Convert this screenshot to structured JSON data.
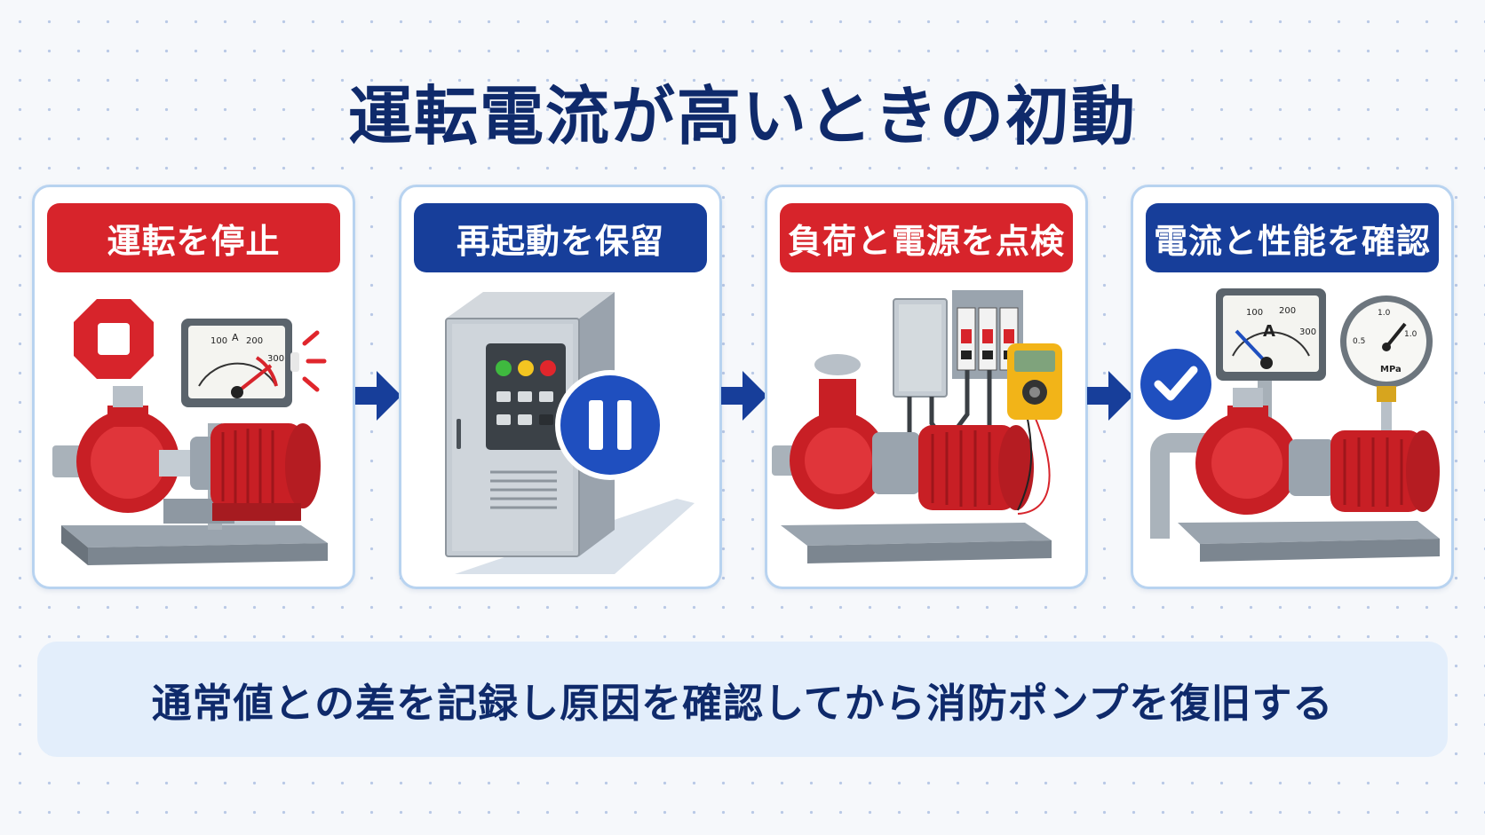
{
  "title": "運転電流が高いときの初動",
  "steps": [
    {
      "label": "運転を停止",
      "color": "#d7242b"
    },
    {
      "label": "再起動を保留",
      "color": "#173e9a"
    },
    {
      "label": "負荷と電源を点検",
      "color": "#d7242b"
    },
    {
      "label": "電流と性能を確認",
      "color": "#173e9a"
    }
  ],
  "ammeter": {
    "scale_labels": [
      "100",
      "A",
      "200",
      "300"
    ]
  },
  "pressure_gauge": {
    "scale_labels": [
      "0.5",
      "1.0",
      "1.0",
      "MPa"
    ]
  },
  "icons": [
    "stop-sign-icon",
    "pause-icon",
    "checkmark-icon",
    "arrow-right-icon"
  ],
  "footer_note": "通常値との差を記録し原因を確認してから消防ポンプを復旧する"
}
